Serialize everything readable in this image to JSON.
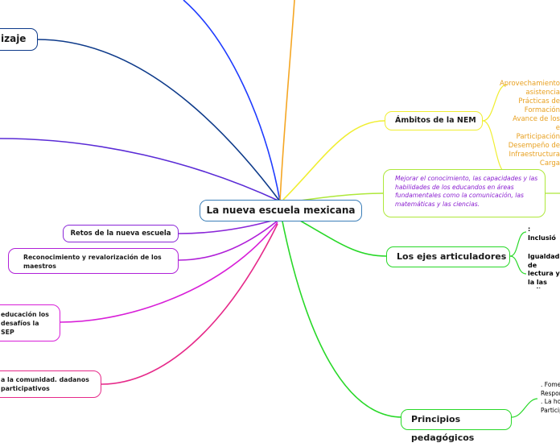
{
  "central": {
    "title": "La nueva escuela mexicana"
  },
  "branches": {
    "ambitos": {
      "label": "Ámbitos de la NEM",
      "items": [
        "Aprovechamiento",
        "asistencia",
        "Prácticas de",
        "Formación",
        "Avance de los",
        "e",
        "Participación",
        "Desempeño de",
        "Infraestructura",
        "Carga"
      ]
    },
    "mejorar": {
      "label": "Mejorar el conocimiento, las capacidades y las habilidades de los educandos en áreas fundamentales como la comunicación, las matemáticas y las ciencias."
    },
    "ejes": {
      "label": "Los ejes articuladores",
      "items": [
        ": Inclusión interculturalidad",
        "Igualdad de lectura y la las culturas estéticas."
      ]
    },
    "principios": {
      "label": "Principios pedagógicos",
      "items": [
        ". Fomentar",
        "Responsabilidad",
        ". La honestidad",
        "Participación"
      ]
    },
    "retos": {
      "label": "Retos de la nueva escuela"
    },
    "reconocimiento": {
      "label": "Reconocimiento y revalorización de los maestros"
    },
    "educacion": {
      "label": "educación los desafíos la SEP"
    },
    "comunidad": {
      "label": "a la comunidad. dadanos participativos"
    },
    "aprendizaje": {
      "label": "izaje"
    }
  },
  "colors": {
    "blue": "#1f3cff",
    "orange": "#f5a623",
    "indigo": "#5a2bd6",
    "yellow": "#f0ee32",
    "lime": "#aee83a",
    "green": "#28d828",
    "violet": "#8a26d8",
    "magenta": "#d81fd8",
    "pink": "#e62a8a",
    "central_border": "#3c7fb8"
  }
}
